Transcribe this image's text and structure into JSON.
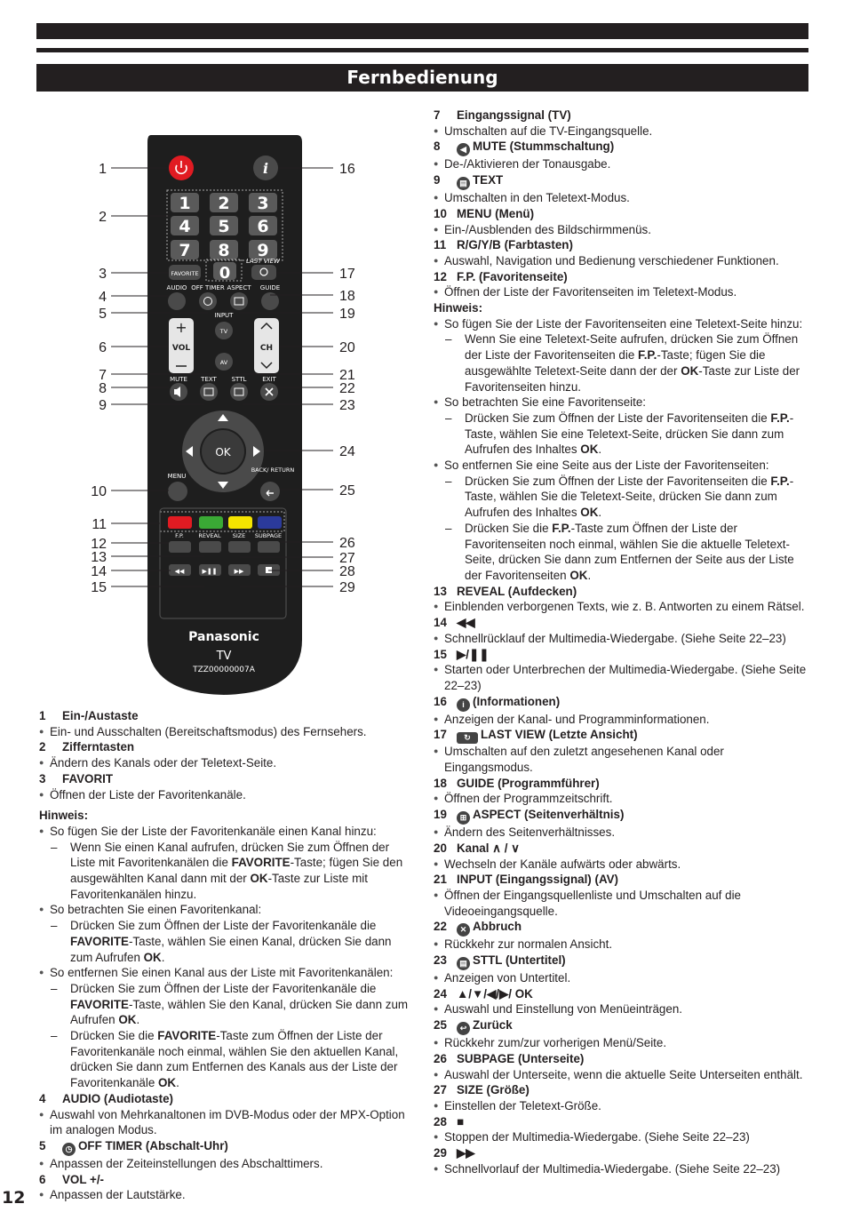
{
  "page": {
    "title": "Fernbedienung",
    "page_number": "12"
  },
  "remote": {
    "brand": "Panasonic",
    "type_label": "TV",
    "model": "TZZ00000007A",
    "digits": [
      "1",
      "2",
      "3",
      "4",
      "5",
      "6",
      "7",
      "8",
      "9",
      "0"
    ],
    "labels": {
      "favorite": "FAVORITE",
      "last_view": "LAST VIEW",
      "audio": "AUDIO",
      "off_timer": "OFF TIMER",
      "aspect": "ASPECT",
      "guide": "GUIDE",
      "input": "INPUT",
      "tv": "TV",
      "av": "AV",
      "vol": "VOL",
      "ch": "CH",
      "mute": "MUTE",
      "text": "TEXT",
      "sttl": "STTL",
      "exit": "EXIT",
      "ok": "OK",
      "menu": "MENU",
      "back_return": "BACK/ RETURN",
      "fp": "F.P.",
      "reveal": "REVEAL",
      "size": "SIZE",
      "subpage": "SUBPAGE"
    },
    "colors": {
      "red": "#e11b22",
      "green": "#3aa935",
      "yellow": "#f5e400",
      "blue": "#2b3a9b",
      "body": "#1e1e1e"
    },
    "callouts_left": [
      "1",
      "2",
      "3",
      "4",
      "5",
      "6",
      "7",
      "8",
      "9",
      "10",
      "11",
      "12",
      "13",
      "14",
      "15"
    ],
    "callouts_right": [
      "16",
      "17",
      "18",
      "19",
      "20",
      "21",
      "22",
      "23",
      "24",
      "25",
      "26",
      "27",
      "28",
      "29"
    ]
  },
  "left": {
    "items_a": [
      {
        "num": "1",
        "title": "Ein-/Austaste",
        "desc": "Ein- und Ausschalten (Bereitschaftsmodus) des Fernsehers."
      },
      {
        "num": "2",
        "title": "Zifferntasten",
        "desc": "Ändern des Kanals oder der Teletext-Seite."
      },
      {
        "num": "3",
        "title": "FAVORIT",
        "desc": "Öffnen der Liste der Favoritenkanäle."
      }
    ],
    "hinweis_label": "Hinweis:",
    "b1": "So fügen Sie der Liste der Favoritenkanäle einen Kanal hinzu:",
    "b1_d1": {
      "a": "Wenn Sie einen Kanal aufrufen, drücken Sie zum Öffnen der Liste mit Favoritenkanälen die ",
      "b": "FAVORITE",
      "c": "-Taste; fügen Sie den ausgewählten Kanal dann mit der ",
      "d": "OK",
      "e": "-Taste zur Liste mit Favoritenkanälen hinzu."
    },
    "b2": "So betrachten Sie einen Favoritenkanal:",
    "b2_d1": {
      "a": "Drücken Sie zum Öffnen der Liste der Favoritenkanäle die ",
      "b": "FAVORITE",
      "c": "-Taste, wählen Sie einen Kanal, drücken Sie dann zum Aufrufen ",
      "d": "OK",
      "e": "."
    },
    "b3": "So entfernen Sie einen Kanal aus der Liste mit Favoritenkanälen:",
    "b3_d1": {
      "a": "Drücken Sie zum Öffnen der Liste der Favoritenkanäle die ",
      "b": "FAVORITE",
      "c": "-Taste, wählen Sie den Kanal, drücken Sie dann zum Aufrufen ",
      "d": "OK",
      "e": "."
    },
    "b3_d2": {
      "a": "Drücken Sie die ",
      "b": "FAVORITE",
      "c": "-Taste zum Öffnen der Liste der Favoritenkanäle noch einmal, wählen Sie den aktuellen Kanal, drücken Sie dann zum Entfernen des Kanals aus der Liste der Favoritenkanäle ",
      "d": "OK",
      "e": "."
    },
    "items_b": [
      {
        "num": "4",
        "title": "AUDIO (Audiotaste)",
        "desc": "Auswahl von Mehrkanaltonen im DVB-Modus oder der MPX-Option im analogen Modus."
      },
      {
        "num": "5",
        "title": "OFF TIMER (Abschalt-Uhr)",
        "desc": "Anpassen der Zeiteinstellungen des Abschalttimers."
      },
      {
        "num": "6",
        "title": "VOL +/-",
        "desc": "Anpassen der Lautstärke."
      }
    ]
  },
  "right": {
    "items_a": [
      {
        "num": "7",
        "title": "Eingangssignal (TV)",
        "desc": "Umschalten auf die TV-Eingangsquelle."
      },
      {
        "num": "8",
        "title": "MUTE (Stummschaltung)",
        "desc": "De-/Aktivieren der Tonausgabe."
      },
      {
        "num": "9",
        "title": "TEXT",
        "desc": "Umschalten in den Teletext-Modus."
      },
      {
        "num": "10",
        "title": "MENU (Menü)",
        "desc": "Ein-/Ausblenden des Bildschirmmenüs."
      },
      {
        "num": "11",
        "title": "R/G/Y/B (Farbtasten)",
        "desc": "Auswahl, Navigation und Bedienung verschiedener Funktionen."
      },
      {
        "num": "12",
        "title": "F.P. (Favoritenseite)",
        "desc": "Öffnen der Liste der Favoritenseiten im Teletext-Modus."
      }
    ],
    "hinweis_label": "Hinweis:",
    "b1": "So fügen Sie der Liste der Favoritenseiten eine Teletext-Seite hinzu:",
    "b1_d1": {
      "a": "Wenn Sie eine Teletext-Seite aufrufen, drücken Sie zum Öffnen der Liste der Favoritenseiten die ",
      "b": "F.P.",
      "c": "-Taste; fügen Sie die ausgewählte Teletext-Seite dann der der ",
      "d": "OK",
      "e": "-Taste zur Liste der Favoritenseiten hinzu."
    },
    "b2": "So betrachten Sie eine Favoritenseite:",
    "b2_d1": {
      "a": "Drücken Sie zum Öffnen der Liste der Favoritenseiten die ",
      "b": "F.P.",
      "c": "-Taste, wählen Sie eine Teletext-Seite, drücken Sie dann zum Aufrufen des Inhaltes ",
      "d": "OK",
      "e": "."
    },
    "b3": "So entfernen Sie eine Seite aus der Liste der Favoritenseiten:",
    "b3_d1": {
      "a": "Drücken Sie zum Öffnen der Liste der Favoritenseiten die ",
      "b": "F.P.",
      "c": "-Taste, wählen Sie die Teletext-Seite, drücken Sie dann zum Aufrufen des Inhaltes ",
      "d": "OK",
      "e": "."
    },
    "b3_d2": {
      "a": "Drücken Sie die ",
      "b": "F.P.",
      "c": "-Taste zum Öffnen der Liste der Favoritenseiten noch einmal, wählen Sie die aktuelle Teletext-Seite, drücken Sie dann zum Entfernen der Seite aus der Liste der Favoritenseiten ",
      "d": "OK",
      "e": "."
    },
    "items_b": [
      {
        "num": "13",
        "title": "REVEAL (Aufdecken)",
        "desc": "Einblenden verborgenen Texts, wie z. B. Antworten zu einem Rätsel."
      },
      {
        "num": "14",
        "title": "◀◀",
        "desc": "Schnellrücklauf der Multimedia-Wiedergabe. (Siehe Seite 22–23)"
      },
      {
        "num": "15",
        "title": "▶/❚❚",
        "desc": "Starten oder Unterbrechen der Multimedia-Wiedergabe. (Siehe Seite 22–23)"
      },
      {
        "num": "16",
        "title": "(Informationen)",
        "desc": "Anzeigen der Kanal- und Programminformationen."
      },
      {
        "num": "17",
        "title": "LAST VIEW (Letzte Ansicht)",
        "desc": "Umschalten auf den zuletzt angesehenen Kanal oder Eingangsmodus."
      },
      {
        "num": "18",
        "title": "GUIDE (Programmführer)",
        "desc": "Öffnen der Programmzeitschrift."
      },
      {
        "num": "19",
        "title": "ASPECT (Seitenverhältnis)",
        "desc": "Ändern des Seitenverhältnisses."
      },
      {
        "num": "20",
        "title": "Kanal ∧ / ∨",
        "desc": "Wechseln der Kanäle aufwärts oder abwärts."
      },
      {
        "num": "21",
        "title": "INPUT (Eingangssignal) (AV)",
        "desc": "Öffnen der Eingangsquellenliste und Umschalten auf die Videoeingangsquelle."
      },
      {
        "num": "22",
        "title": "Abbruch",
        "desc": "Rückkehr zur normalen Ansicht."
      },
      {
        "num": "23",
        "title": "STTL (Untertitel)",
        "desc": "Anzeigen von Untertitel."
      },
      {
        "num": "24",
        "title": "▲/▼/◀/▶/ OK",
        "desc": "Auswahl und Einstellung von Menüeinträgen."
      },
      {
        "num": "25",
        "title": "Zurück",
        "desc": "Rückkehr zum/zur vorherigen Menü/Seite."
      },
      {
        "num": "26",
        "title": "SUBPAGE (Unterseite)",
        "desc": "Auswahl der Unterseite, wenn die aktuelle Seite Unterseiten enthält."
      },
      {
        "num": "27",
        "title": "SIZE (Größe)",
        "desc": "Einstellen der Teletext-Größe."
      },
      {
        "num": "28",
        "title": "■",
        "desc": "Stoppen der Multimedia-Wiedergabe. (Siehe Seite 22–23)"
      },
      {
        "num": "29",
        "title": "▶▶",
        "desc": "Schnellvorlauf der Multimedia-Wiedergabe. (Siehe Seite 22–23)"
      }
    ]
  }
}
